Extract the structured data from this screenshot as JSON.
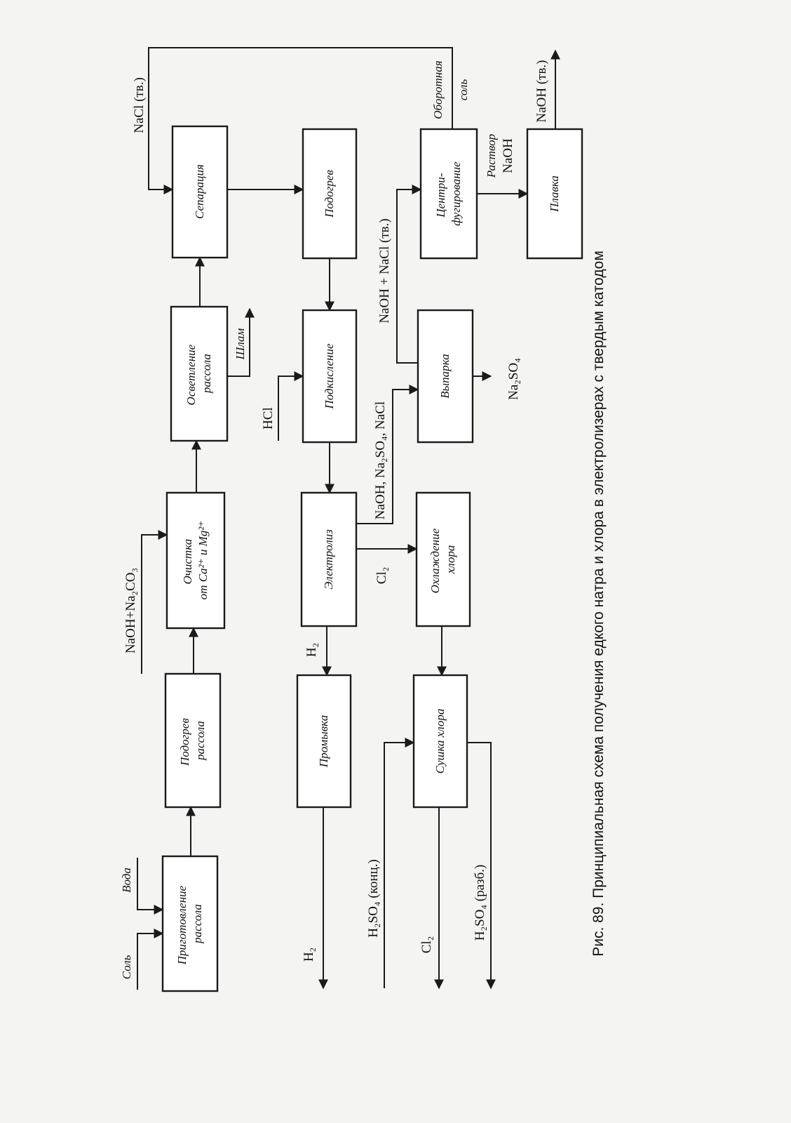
{
  "caption": "Рис. 89. Принципиальная схема получения едкого натра и хлора в электролизерах с твердым катодом",
  "boxes": {
    "prep_brine": [
      "Приготовление",
      "рассола"
    ],
    "heat_brine": [
      "Подогрев",
      "рассола"
    ],
    "purify": [
      "Очистка",
      "от Ca²⁺ и Mg²⁺"
    ],
    "clarify": [
      "Осветление",
      "рассола"
    ],
    "separation": [
      "Сепарация"
    ],
    "wash": [
      "Промывка"
    ],
    "electrolysis": [
      "Электролиз"
    ],
    "acidify": [
      "Подкисление"
    ],
    "heating": [
      "Подогрев"
    ],
    "chlorine_dry": [
      "Сушка хлора"
    ],
    "chlorine_cool": [
      "Охлаждение",
      "хлора"
    ],
    "evaporation": [
      "Выпарка"
    ],
    "centrifuge": [
      "Центри-",
      "фугирование"
    ],
    "melting": [
      "Плавка"
    ]
  },
  "flows": {
    "salt": "Соль",
    "water": "Вода",
    "naoh_na2co3": "NaOH+Na₂CO₃",
    "sludge": "Шлам",
    "nacl_solid": "NaCl (тв.)",
    "recycle_salt_1": "Оборотная",
    "recycle_salt_2": "соль",
    "naoh_solid": "NaOH (тв.)",
    "h2_out": "H₂",
    "h2_in": "H₂",
    "hcl": "HCl",
    "cl2_from_electrolysis": "Cl₂",
    "naoh_mix": "NaOH, Na₂SO₄, NaCl",
    "naoh_nacl": "NaOH + NaCl (тв.)",
    "na2so4": "Na₂SO₄",
    "naoh_solution_1": "Раствор",
    "naoh_solution_2": "NaOH",
    "h2so4_conc": "H₂SO₄ (конц.)",
    "cl2_out": "Cl₂",
    "h2so4_dil": "H₂SO₄ (разб.)"
  }
}
